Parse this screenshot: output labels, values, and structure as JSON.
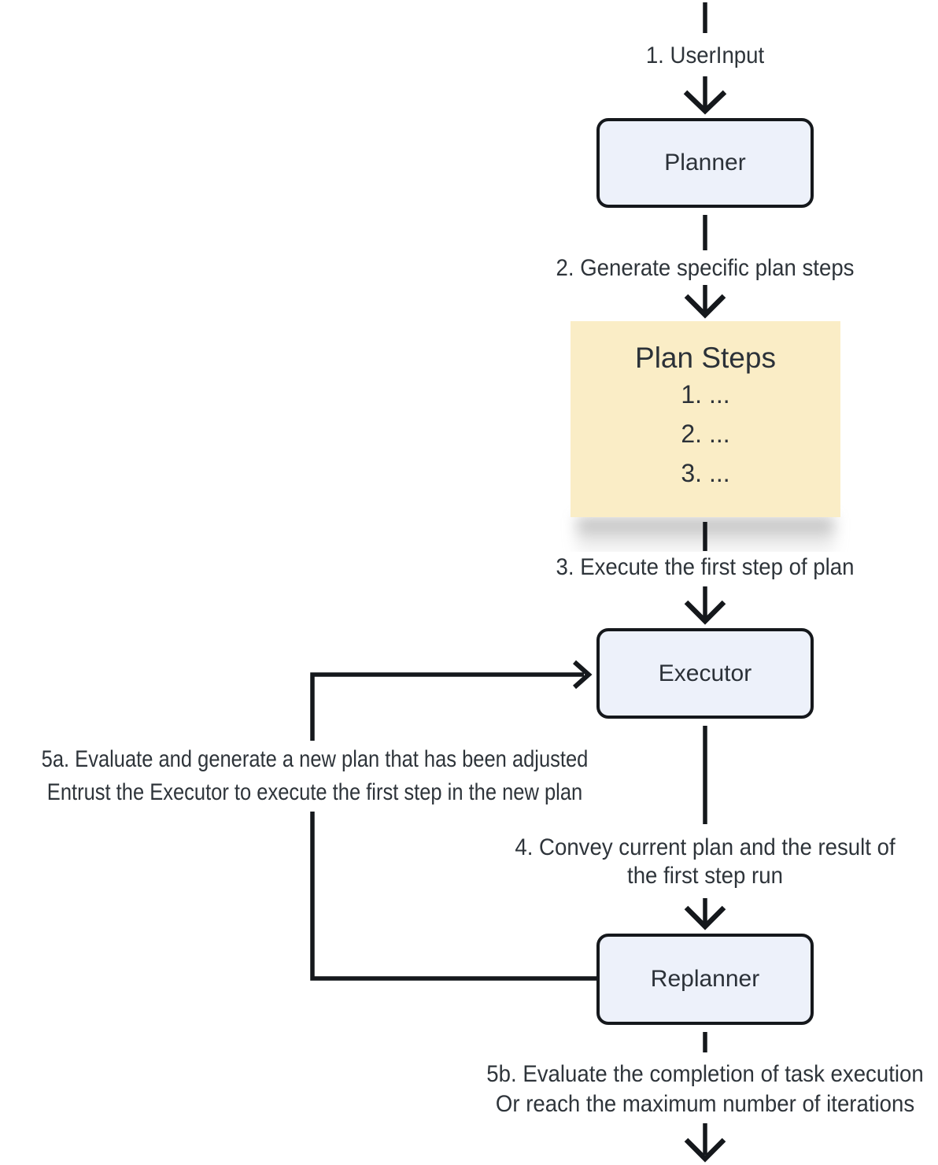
{
  "diagram": {
    "type": "flowchart",
    "nodes": {
      "planner": {
        "label": "Planner"
      },
      "executor": {
        "label": "Executor"
      },
      "replanner": {
        "label": "Replanner"
      },
      "plan_steps": {
        "title": "Plan Steps",
        "items": [
          "1. ...",
          "2. ...",
          "3. ..."
        ]
      }
    },
    "edge_labels": {
      "step_1": "1. UserInput",
      "step_2": "2. Generate specific plan steps",
      "step_3": "3. Execute the first step of plan",
      "step_4": [
        "4. Convey current plan and the result of",
        "the first step run"
      ],
      "step_5a": [
        "5a. Evaluate and generate a new plan that has been adjusted",
        "Entrust the Executor to execute the first step in the new plan"
      ],
      "step_5b": [
        "5b. Evaluate the completion of task execution",
        "Or reach the maximum number of iterations"
      ]
    },
    "colors": {
      "node_fill": "#edf1fa",
      "node_border": "#15181c",
      "plan_steps_fill": "#faedc6",
      "connector": "#15181c",
      "text": "#2e343a",
      "background": "#ffffff"
    }
  }
}
